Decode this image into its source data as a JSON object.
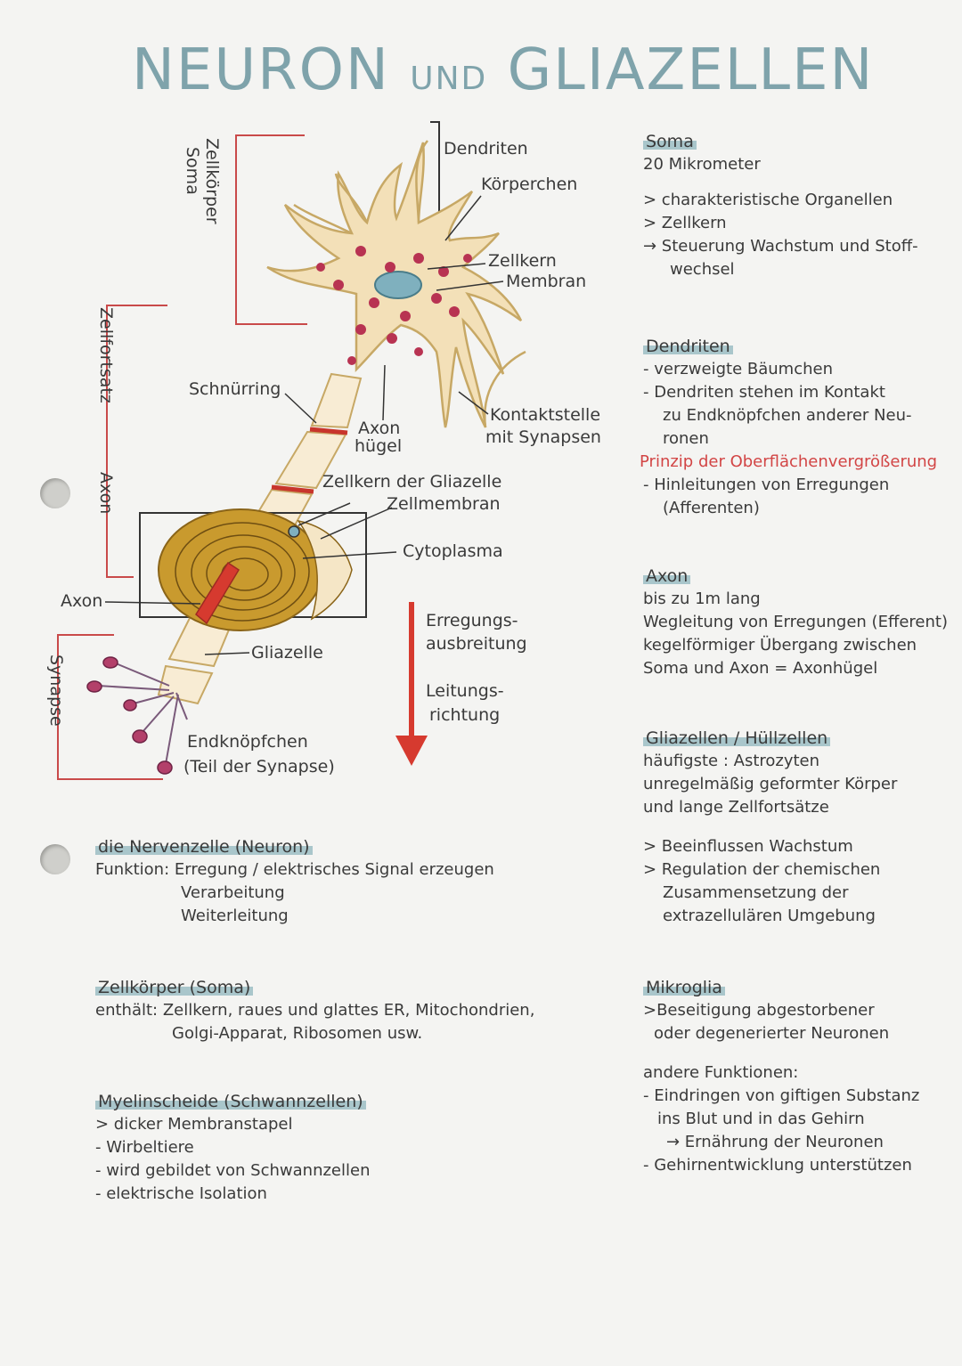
{
  "title": {
    "part1": "NEURON",
    "part2": "UND",
    "part3": "GLIAZELLEN"
  },
  "diagram": {
    "brackets": {
      "zellkoerper": "Zellkörper",
      "soma": "Soma",
      "zellfortsatz": "Zellfortsatz",
      "axon": "Axon",
      "synapse": "Synapse"
    },
    "labels": {
      "dendriten": "Dendriten",
      "koerperchen": "Körperchen",
      "zellkern": "Zellkern",
      "membran": "Membran",
      "schnuerring": "Schnürring",
      "axon_huegel_1": "Axon",
      "axon_huegel_2": "hügel",
      "kontaktstelle_1": "Kontaktstelle",
      "kontaktstelle_2": "mit Synapsen",
      "zellkern_glia": "Zellkern der Gliazelle",
      "zellmembran": "Zellmembran",
      "cytoplasma": "Cytoplasma",
      "axon": "Axon",
      "gliazelle": "Gliazelle",
      "erregung_1": "Erregungs-",
      "erregung_2": "ausbreitung",
      "leitung_1": "Leitungs-",
      "leitung_2": "richtung",
      "endknoepfchen_1": "Endknöpfchen",
      "endknoepfchen_2": "(Teil der Synapse)"
    }
  },
  "right_notes": {
    "soma": {
      "heading": "Soma",
      "lines": [
        "20 Mikrometer",
        "",
        "> charakteristische Organellen",
        "> Zellkern",
        "→ Steuerung Wachstum und Stoff-",
        "   wechsel"
      ]
    },
    "dendriten": {
      "heading": "Dendriten",
      "lines": [
        "- verzweigte Bäumchen",
        "- Dendriten stehen im Kontakt",
        "  zu Endknöpfchen anderer Neu-",
        "  ronen"
      ],
      "principle": "Prinzip der Oberflächenvergrößerung",
      "after": [
        "- Hinleitungen von Erregungen",
        "  (Afferenten)"
      ]
    },
    "axon": {
      "heading": "Axon",
      "lines": [
        "bis zu 1m lang",
        "Wegleitung von Erregungen (Efferent)",
        "kegelförmiger Übergang zwischen",
        "Soma und Axon = Axonhügel"
      ]
    },
    "glia": {
      "heading": "Gliazellen / Hüllzellen",
      "lines": [
        "häufigste : Astrozyten",
        "unregelmäßig geformter Körper",
        "und lange Zellfortsätze",
        "",
        "> Beeinflussen Wachstum",
        "> Regulation der chemischen",
        "  Zusammensetzung der",
        "  extrazellulären Umgebung"
      ]
    },
    "mikroglia": {
      "heading": "Mikroglia",
      "lines": [
        ">Beseitigung abgestorbener",
        " oder degenerierter Neuronen",
        "",
        "andere Funktionen:",
        "- Eindringen von giftigen Substanz",
        "  ins Blut und in das Gehirn",
        "   → Ernährung der Neuronen",
        "- Gehirnentwicklung unterstützen"
      ]
    }
  },
  "bottom_notes": {
    "nervenzelle": {
      "heading": "die Nervenzelle (Neuron)",
      "lines": [
        "Funktion: Erregung / elektrisches Signal erzeugen",
        "                 Verarbeitung",
        "                 Weiterleitung"
      ]
    },
    "zellkoerper": {
      "heading": "Zellkörper (Soma)",
      "lines": [
        "enthält: Zellkern, raues und glattes ER, Mitochondrien,",
        "               Golgi-Apparat, Ribosomen usw."
      ]
    },
    "myelin": {
      "heading": "Myelinscheide (Schwannzellen)",
      "lines": [
        "> dicker Membranstapel",
        "- Wirbeltiere",
        "- wird gebildet von Schwannzellen",
        "- elektrische Isolation"
      ]
    }
  },
  "colors": {
    "accent": "#a9c6cb",
    "title": "#7fa3ab",
    "red": "#d24545",
    "cell": "#f7e8c8",
    "cell_outline": "#c9a25a",
    "organelle": "#b83352",
    "axon_red": "#d63a2f"
  }
}
